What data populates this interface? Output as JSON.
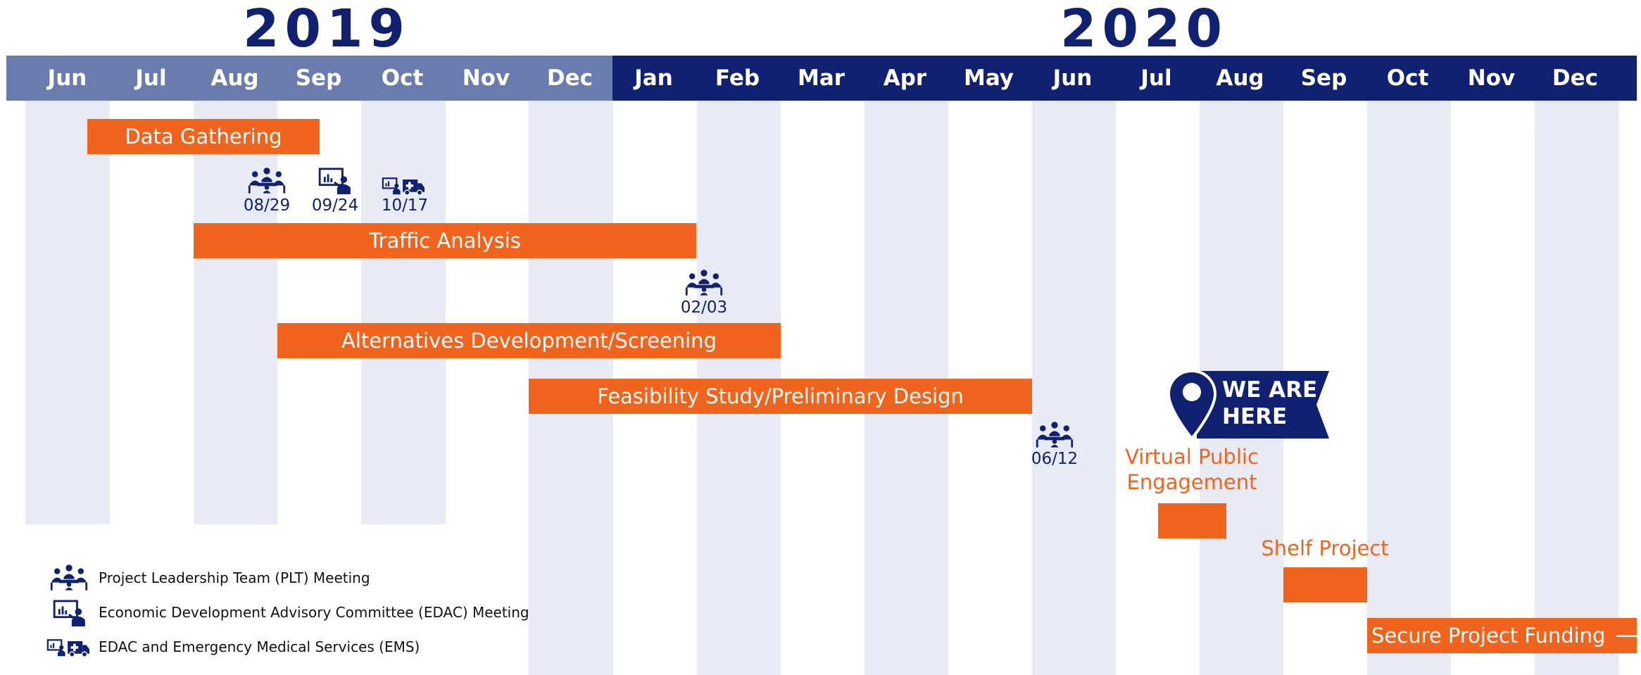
{
  "years": {
    "first": "2019",
    "second": "2020"
  },
  "months": [
    "Jun",
    "Jul",
    "Aug",
    "Sep",
    "Oct",
    "Nov",
    "Dec",
    "Jan",
    "Feb",
    "Mar",
    "Apr",
    "May",
    "Jun",
    "Jul",
    "Aug",
    "Sep",
    "Oct",
    "Nov",
    "Dec"
  ],
  "tasks": {
    "data_gathering": "Data Gathering",
    "traffic_analysis": "Traffic Analysis",
    "alternatives": "Alternatives Development/Screening",
    "feasibility": "Feasibility Study/Preliminary Design",
    "virtual_engagement_line1": "Virtual Public",
    "virtual_engagement_line2": "Engagement",
    "shelf_project": "Shelf Project",
    "secure_funding": "Secure Project Funding",
    "secure_funding_arrow": "⟶"
  },
  "meetings": {
    "m1": {
      "date": "08/29",
      "icon": "plt-meeting-icon"
    },
    "m2": {
      "date": "09/24",
      "icon": "edac-meeting-icon"
    },
    "m3": {
      "date": "10/17",
      "icon": "edac-ems-icon"
    },
    "m4": {
      "date": "02/03",
      "icon": "plt-meeting-icon"
    },
    "m5": {
      "date": "06/12",
      "icon": "plt-meeting-icon"
    }
  },
  "marker": {
    "line1": "WE ARE",
    "line2": "HERE",
    "icon": "map-pin-icon"
  },
  "legend": {
    "plt": "Project Leadership Team (PLT) Meeting",
    "edac": "Economic Development Advisory Committee (EDAC) Meeting",
    "ems": "EDAC and Emergency Medical Services (EMS)"
  },
  "colors": {
    "navy": "#0f2170",
    "light_navy": "#6a7bb0",
    "orange": "#f0641e",
    "stripe": "#e8ebf3"
  }
}
